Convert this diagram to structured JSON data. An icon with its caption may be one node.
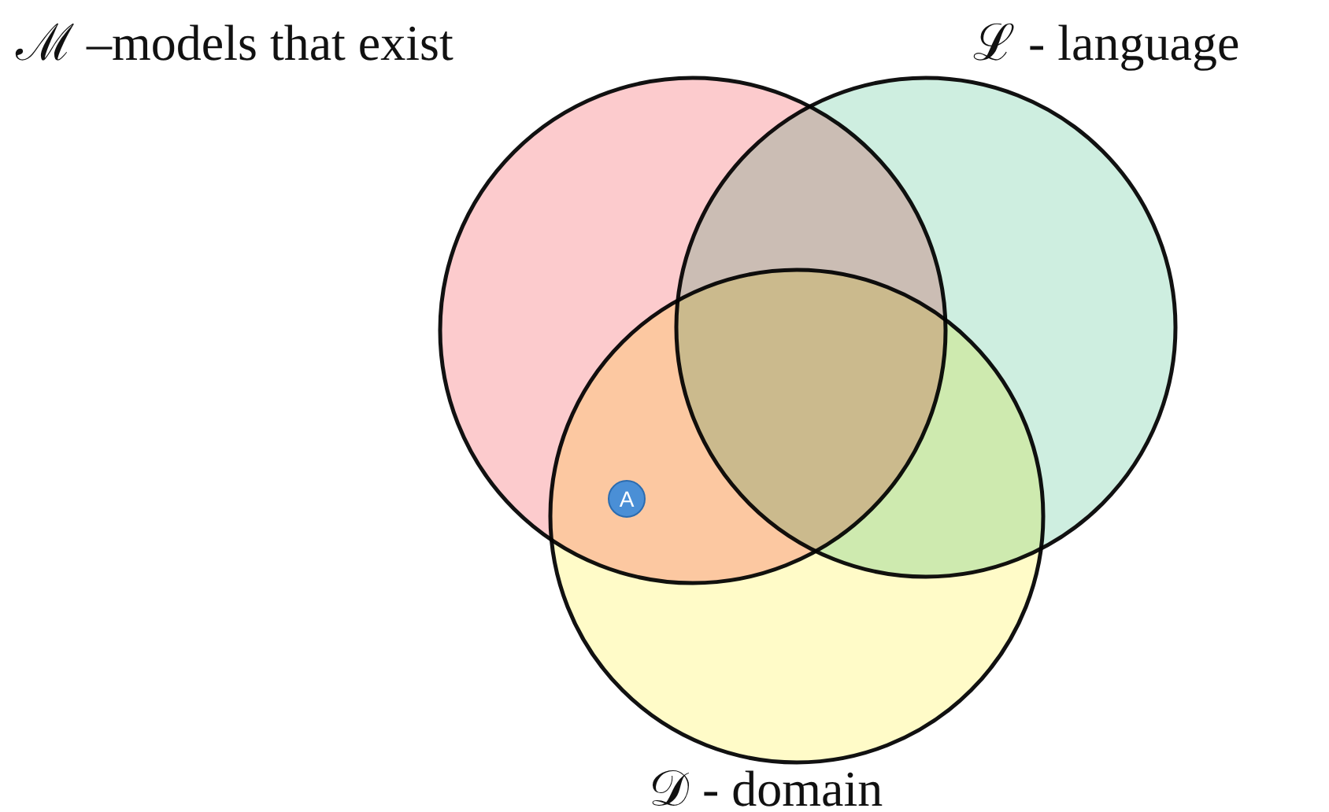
{
  "diagram": {
    "nodes": [
      {
        "text": [
          "ℳ –models that exist"
        ]
      },
      {
        "text": [
          "ℒ - language"
        ]
      },
      {
        "text": [
          "𝒟 - domain"
        ]
      },
      {
        "text": [
          "A"
        ]
      }
    ]
  }
}
